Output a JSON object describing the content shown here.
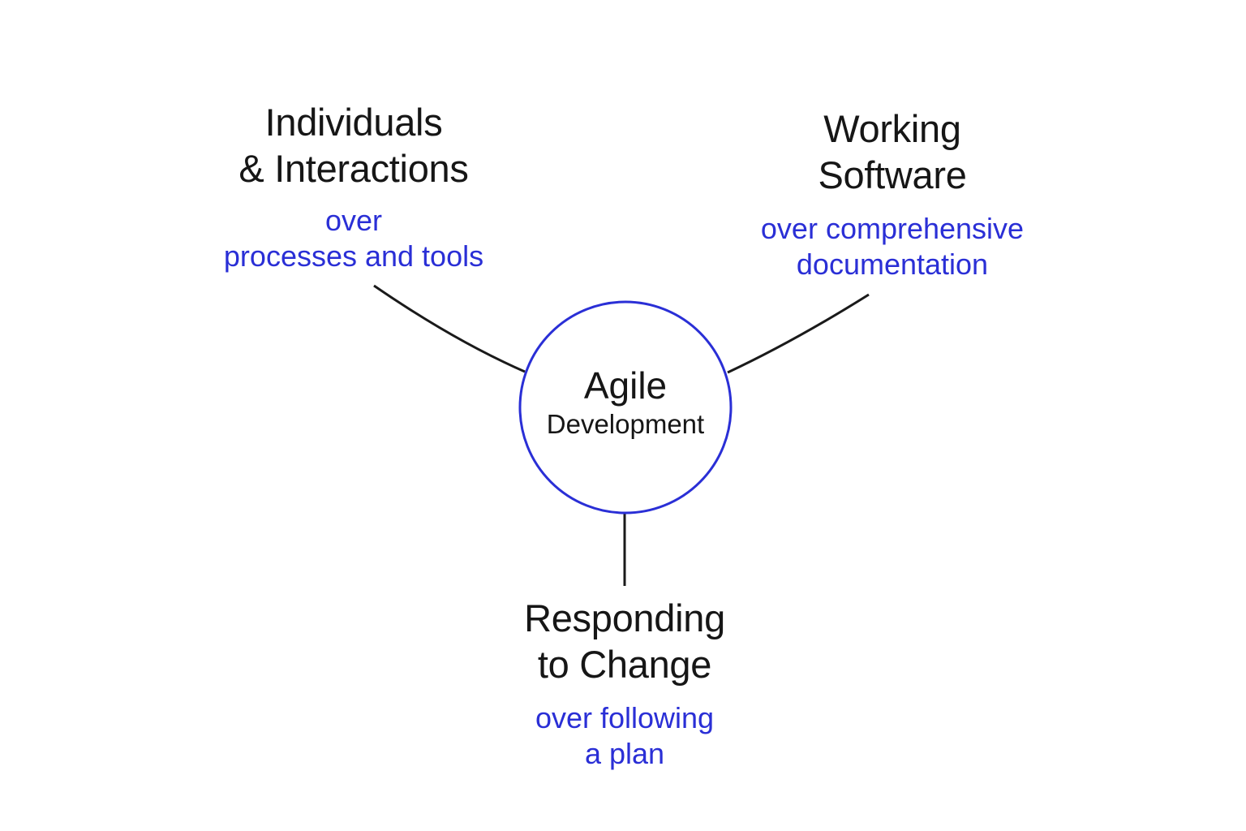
{
  "center": {
    "line1": "Agile",
    "line2": "Development"
  },
  "values": [
    {
      "id": "individuals",
      "title": [
        "Individuals",
        "& Interactions"
      ],
      "over": [
        "over",
        "processes and tools"
      ]
    },
    {
      "id": "software",
      "title": [
        "Working",
        "Software"
      ],
      "over": [
        "over comprehensive",
        "documentation"
      ]
    },
    {
      "id": "change",
      "title": [
        "Responding",
        "to Change"
      ],
      "over": [
        "over following",
        "a plan"
      ]
    }
  ],
  "colors": {
    "accent": "#2a2fd6",
    "text": "#161616",
    "connector": "#1a1a1a",
    "background": "#ffffff"
  }
}
